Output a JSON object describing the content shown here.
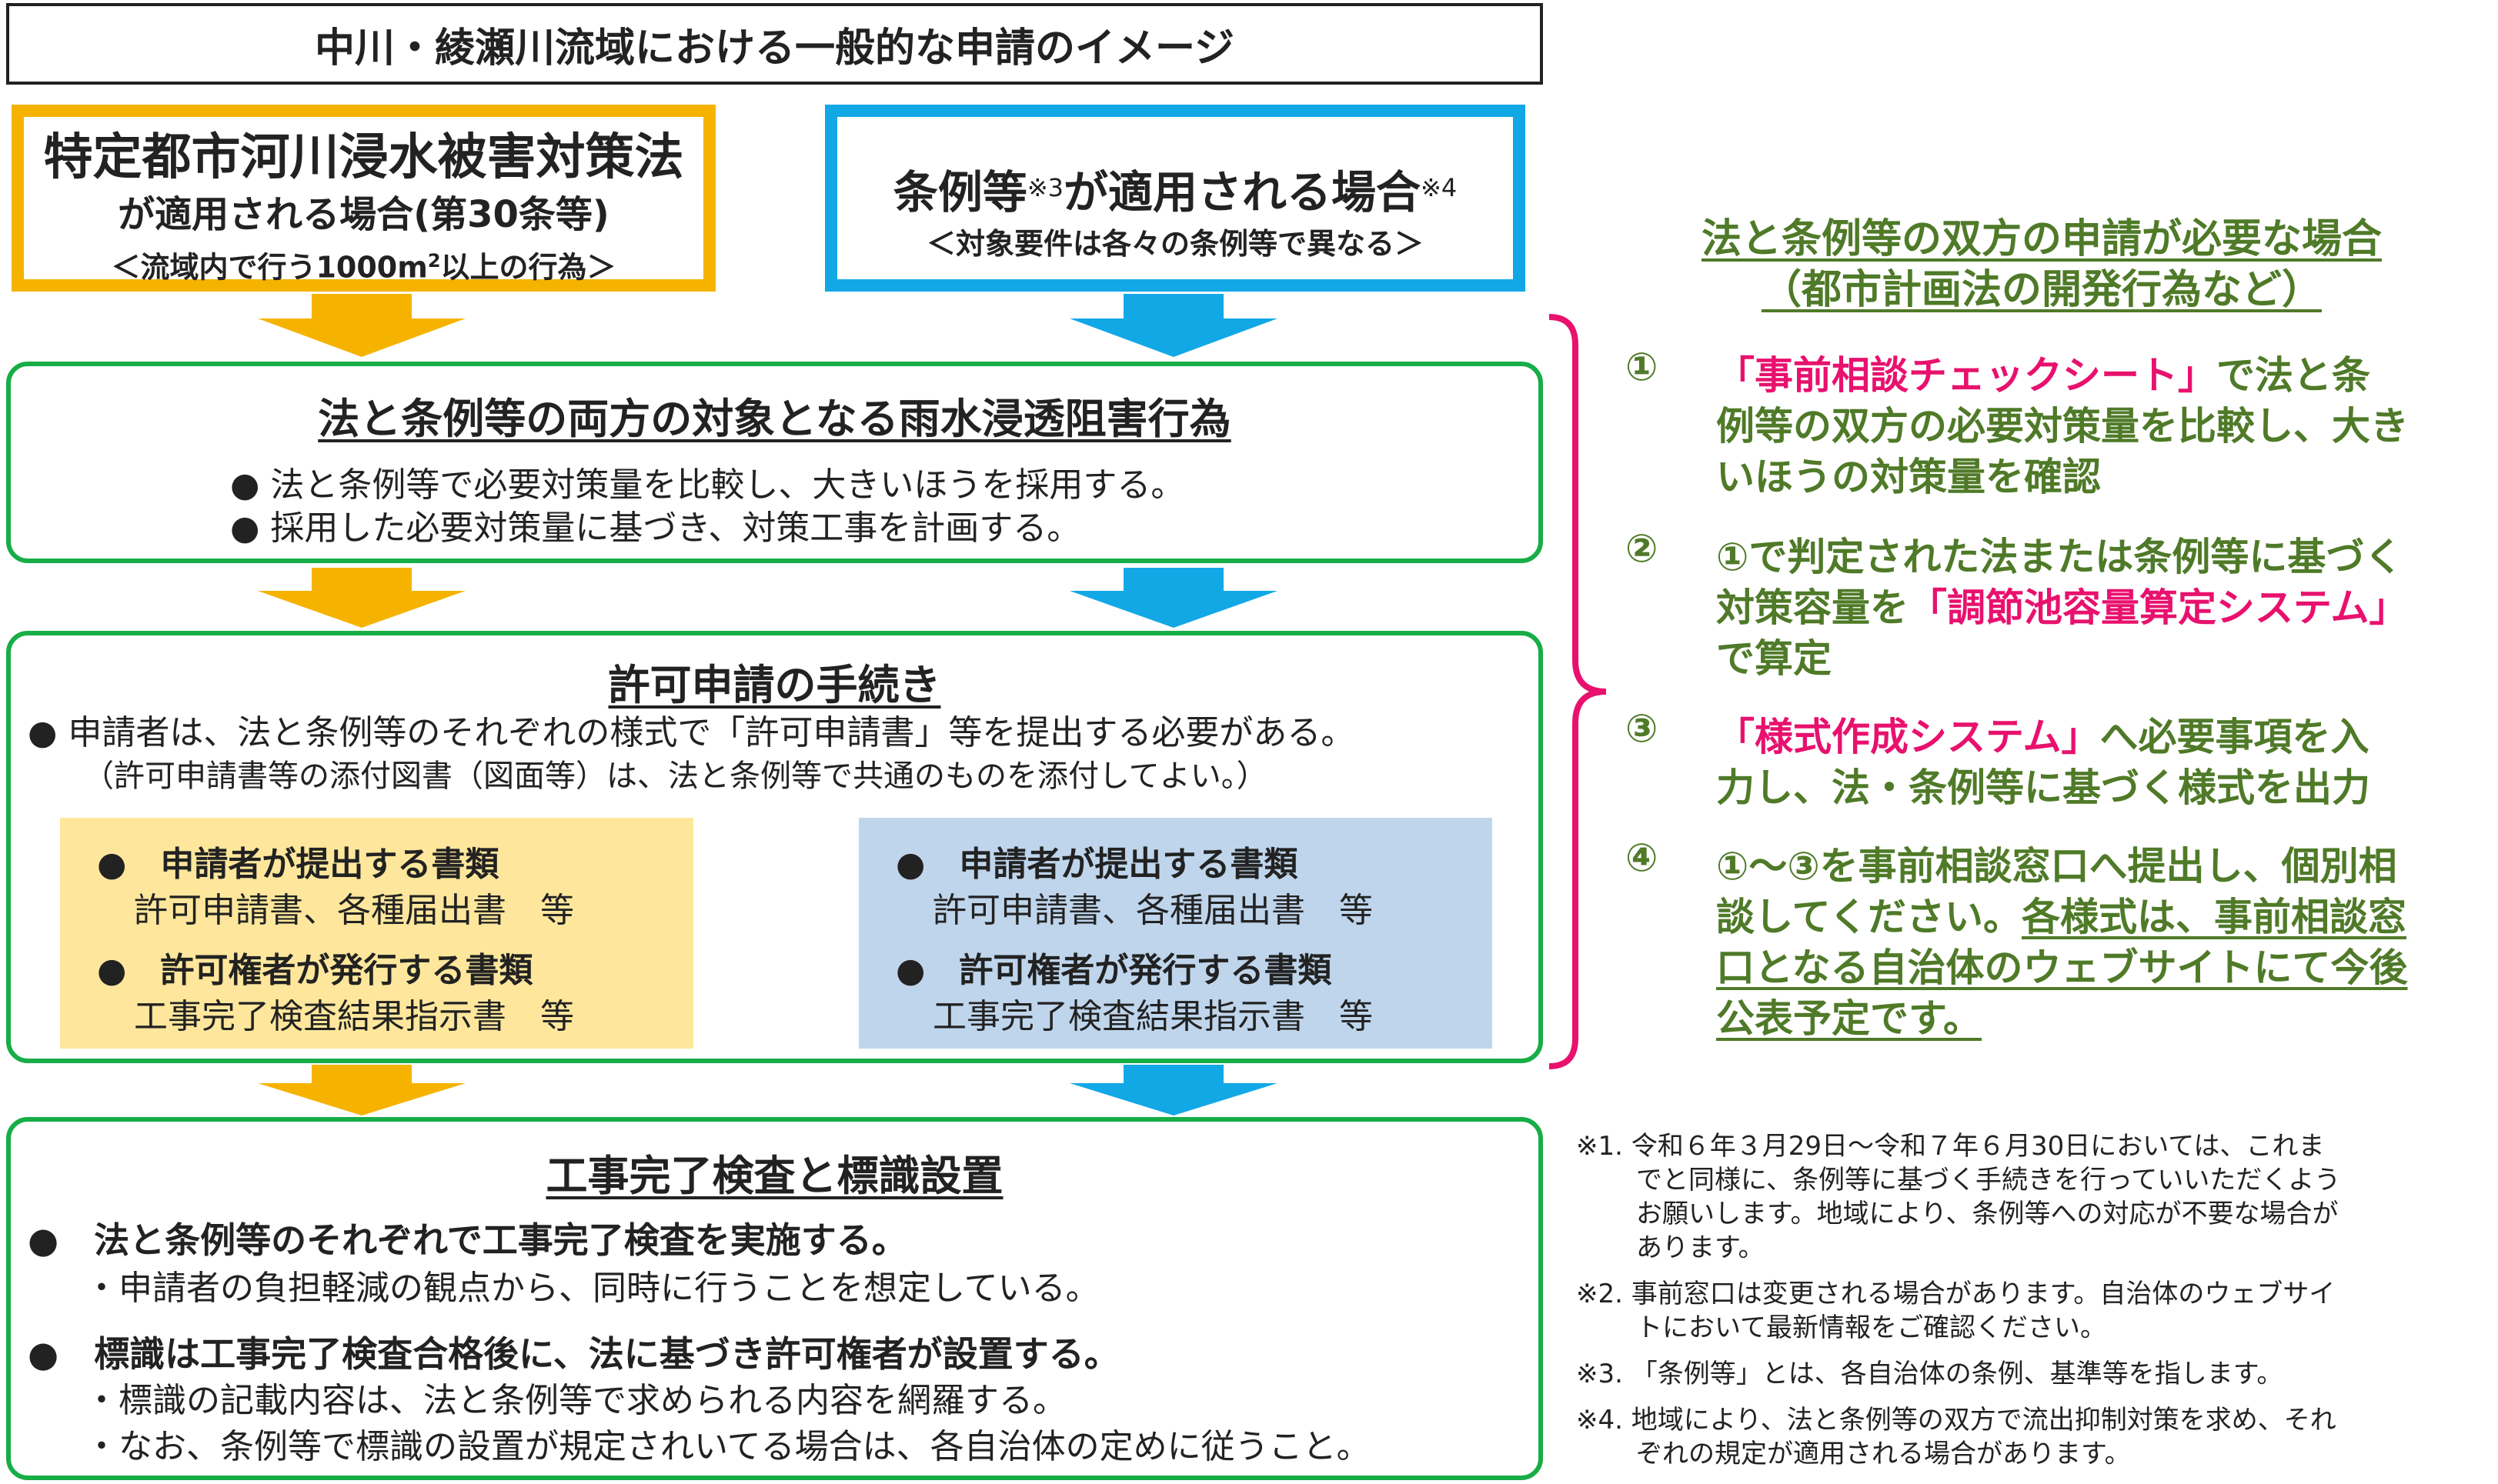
{
  "header": {
    "title": "中川・綾瀬川流域における一般的な申請のイメージ"
  },
  "law_box": {
    "line1": "特定都市河川浸水被害対策法",
    "line2": "が適用される場合(第30条等)",
    "line3_pre": "＜流域内で行う1000m",
    "line3_sup": "2",
    "line3_post": "以上の行為＞"
  },
  "ordinance_box": {
    "line1_a": "条例等",
    "line1_note_a": "※3",
    "line1_b": "が適用される場合",
    "line1_note_b": "※4",
    "line2": "＜対象要件は各々の条例等で異なる＞"
  },
  "box1": {
    "title": "法と条例等の両方の対象となる雨水浸透阻害行為",
    "bullets": [
      "● 法と条例等で必要対策量を比較し、大きいほうを採用する。",
      "● 採用した必要対策量に基づき、対策工事を計画する。"
    ]
  },
  "box2": {
    "title": "許可申請の手続き",
    "bullet": "● 申請者は、法と条例等のそれぞれの様式で「許可申請書」等を提出する必要がある。",
    "note": "（許可申請書等の添付図書（図面等）は、法と条例等で共通のものを添付してよい。）",
    "law_docs": {
      "h1": "●　申請者が提出する書類",
      "v1": "許可申請書、各種届出書　等",
      "h2": "●　許可権者が発行する書類",
      "v2": "工事完了検査結果指示書　等"
    },
    "ord_docs": {
      "h1": "●　申請者が提出する書類",
      "v1": "許可申請書、各種届出書　等",
      "h2": "●　許可権者が発行する書類",
      "v2": "工事完了検査結果指示書　等"
    }
  },
  "box3": {
    "title": "工事完了検査と標識設置",
    "b1": "●　法と条例等のそれぞれで工事完了検査を実施する。",
    "b1_sub": "・申請者の負担軽減の観点から、同時に行うことを想定している。",
    "b2": "●　標識は工事完了検査合格後に、法に基づき許可権者が設置する。",
    "b2_sub1": "・標識の記載内容は、法と条例等で求められる内容を網羅する。",
    "b2_sub2": "・なお、条例等で標識の設置が規定されいてる場合は、各自治体の定めに従うこと。"
  },
  "right_panel": {
    "title1": "法と条例等の双方の申請が必要な場合",
    "title2": "（都市計画法の開発行為など）",
    "step1": {
      "num": "①",
      "l1_pink": "「事前相談チェックシート」",
      "l1_rest": "で法と条",
      "l2": "例等の双方の必要対策量を比較し、大き",
      "l3": "いほうの対策量を確認"
    },
    "step2": {
      "num": "②",
      "l1": "①で判定された法または条例等に基づく",
      "l2_pre": "対策容量を",
      "l2_pink": "「調節池容量算定システム」",
      "l3": "で算定"
    },
    "step3": {
      "num": "③",
      "l1_pink": "「様式作成システム」",
      "l1_rest": "へ必要事項を入",
      "l2": "力し、法・条例等に基づく様式を出力"
    },
    "step4": {
      "num": "④",
      "l1": "①～③を事前相談窓口へ提出し、個別相",
      "l2_pre": "談してください。",
      "l2_u": "各様式は、事前相談窓",
      "l3": "口となる自治体のウェブサイトにて今後",
      "l4": "公表予定です。"
    }
  },
  "footnotes": [
    "※1. 令和６年３月29日～令和７年６月30日においては、これま",
    "でと同様に、条例等に基づく手続きを行っていいただくよう",
    "お願いします。地域により、条例等への対応が不要な場合が",
    "あります。",
    "※2. 事前窓口は変更される場合があります。自治体のウェブサイ",
    "トにおいて最新情報をご確認ください。",
    "※3. 「条例等」とは、各自治体の条例、基準等を指します。",
    "※4. 地域により、法と条例等の双方で流出抑制対策を求め、それ",
    "ぞれの規定が適用される場合があります。"
  ],
  "colors": {
    "law": "#f5b300",
    "ordinance": "#12a8e6",
    "green_frame": "#17ad47",
    "right_text": "#4f7a28",
    "pink": "#e8116e",
    "bracket": "#e8116e",
    "law_panel": "#fee79c",
    "ordinance_panel": "#bfd5ec"
  }
}
